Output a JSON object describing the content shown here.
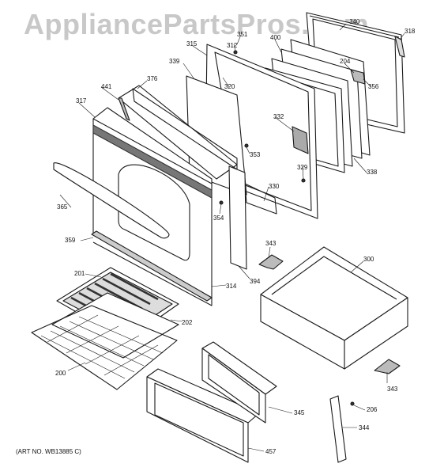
{
  "watermark": "AppliancePartsPros.com",
  "art_no": "(ART NO. WB13885 C)",
  "callouts": [
    "351",
    "340",
    "318",
    "312",
    "400",
    "315",
    "204",
    "339",
    "376",
    "320",
    "356",
    "441",
    "317",
    "332",
    "353",
    "329",
    "338",
    "330",
    "365",
    "354",
    "343",
    "300",
    "359",
    "314",
    "394",
    "201",
    "202",
    "200",
    "343",
    "345",
    "206",
    "344",
    "457"
  ]
}
